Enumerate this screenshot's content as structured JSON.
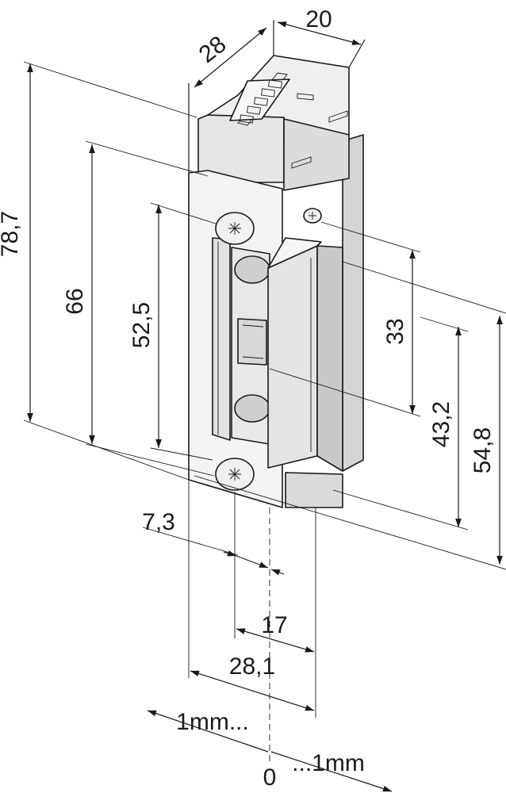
{
  "dimensions": {
    "depth": "28",
    "width_top": "20",
    "height_total": "78,7",
    "height_66": "66",
    "height_52_5": "52,5",
    "dim_33": "33",
    "dim_43_2": "43,2",
    "dim_54_8": "54,8",
    "dim_7_3": "7,3",
    "dim_17": "17",
    "dim_28_1": "28,1",
    "adjust_left": "1mm...",
    "adjust_right": "...1mm",
    "zero": "0"
  },
  "colors": {
    "line": "#1a1a1a",
    "face_light": "#f2f2f2",
    "face_mid": "#d9d9d9",
    "face_dark": "#b3b3b3"
  }
}
